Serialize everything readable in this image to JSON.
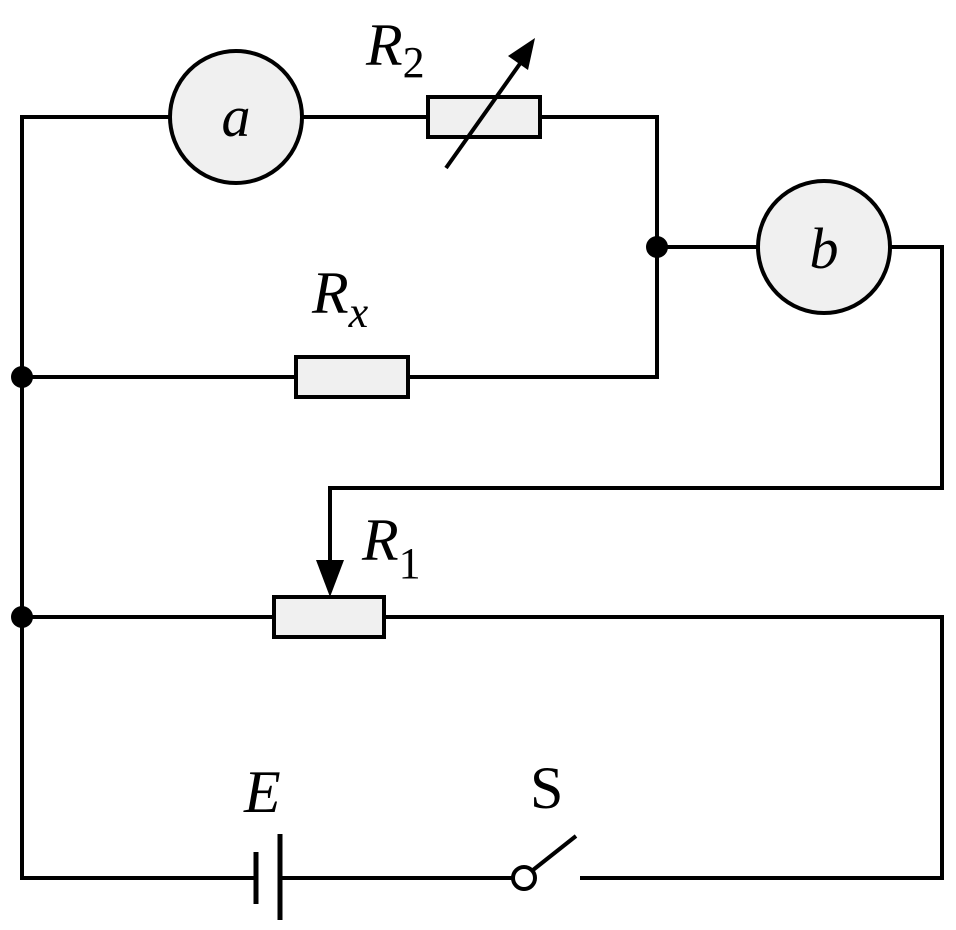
{
  "diagram": {
    "meters": {
      "a": {
        "letter": "a"
      },
      "b": {
        "letter": "b"
      }
    },
    "resistors": {
      "r2": {
        "symbol": "R",
        "subscript": "2"
      },
      "rx": {
        "symbol": "R",
        "subscript": "x"
      },
      "r1": {
        "symbol": "R",
        "subscript": "1"
      }
    },
    "source": {
      "symbol": "E"
    },
    "switch": {
      "symbol": "S"
    },
    "colors": {
      "stroke": "#000000",
      "component_fill": "#f0f0f0",
      "background": "#ffffff"
    }
  }
}
